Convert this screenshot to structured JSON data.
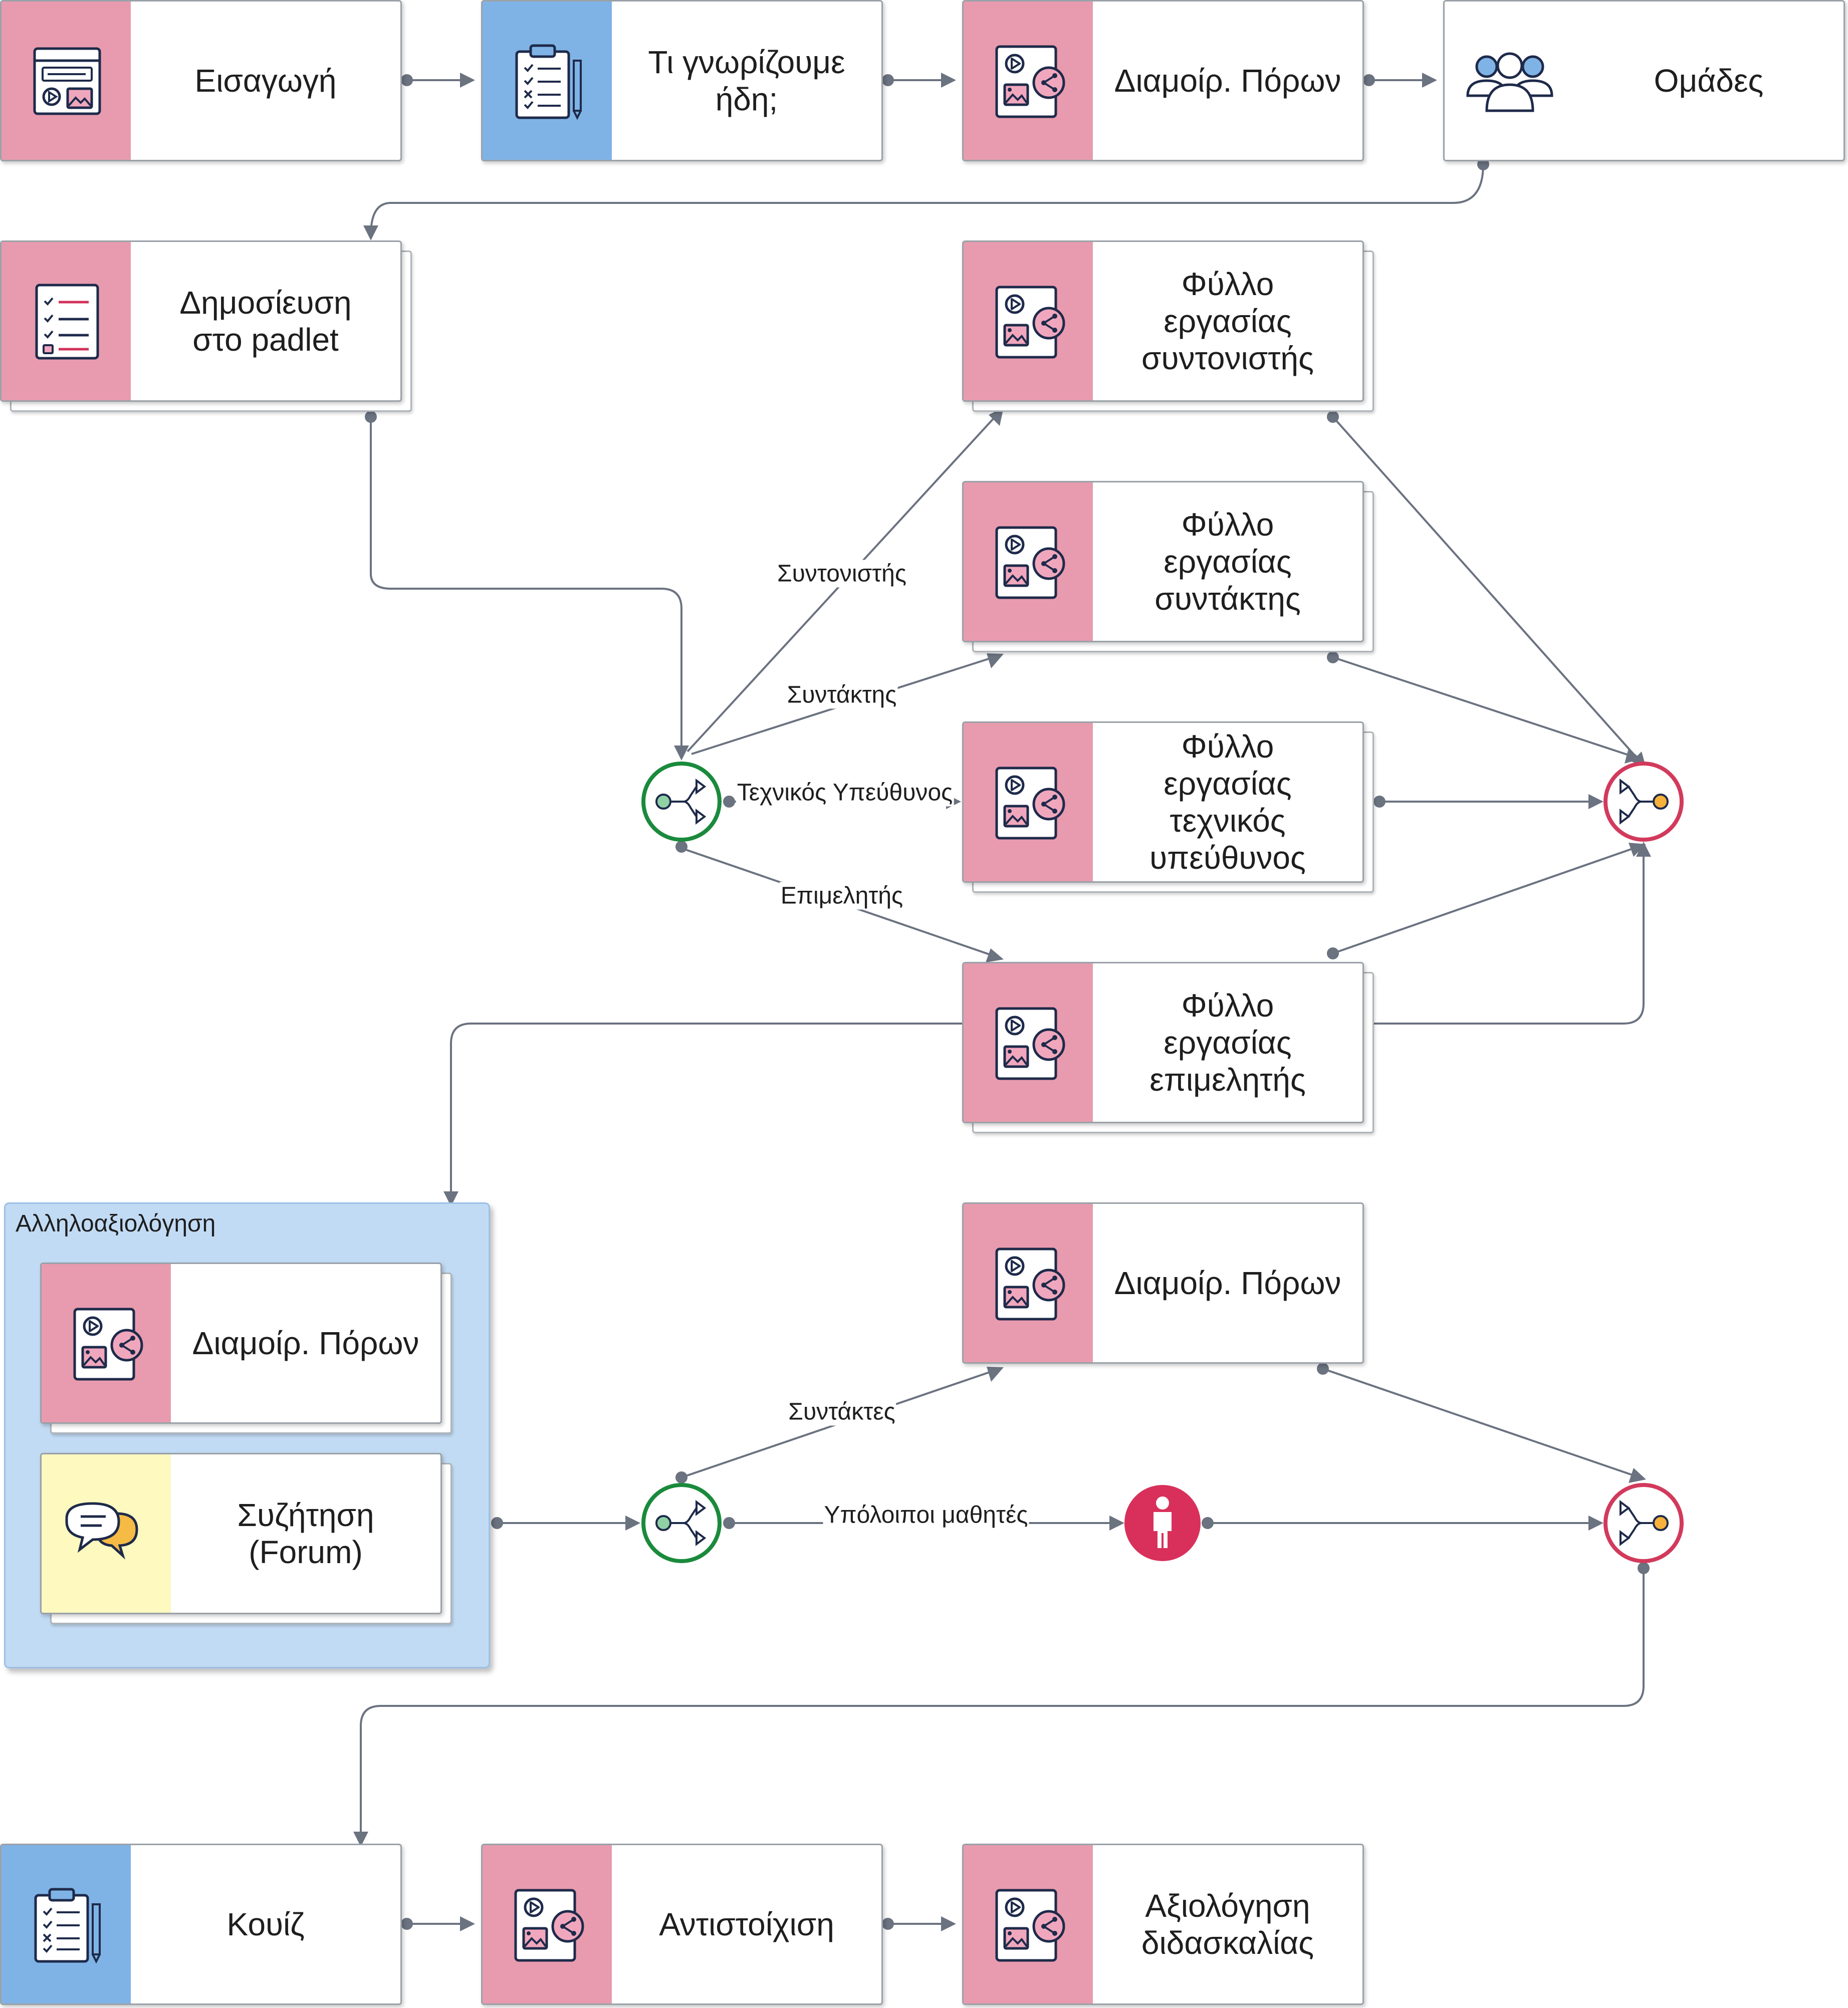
{
  "nodes": {
    "intro": {
      "label": "Εισαγωγή",
      "icon": "resource-panel-icon",
      "band": "pink"
    },
    "prior": {
      "label": "Τι γνωρίζουμε\nήδη;",
      "icon": "clipboard-quiz-icon",
      "band": "blue"
    },
    "share1": {
      "label": "Διαμοίρ. Πόρων",
      "icon": "share-resources-icon",
      "band": "pink"
    },
    "groups": {
      "label": "Ομάδες",
      "icon": "group-users-icon",
      "band": "white"
    },
    "padlet": {
      "label": "Δημοσίευση\nστο padlet",
      "icon": "checklist-icon",
      "band": "pink"
    },
    "ws_coord": {
      "label": "Φύλλο\nεργασίας\nσυντονιστής",
      "icon": "share-resources-icon",
      "band": "pink"
    },
    "ws_editor": {
      "label": "Φύλλο\nεργασίας\nσυντάκτης",
      "icon": "share-resources-icon",
      "band": "pink"
    },
    "ws_tech": {
      "label": "Φύλλο\nεργασίας\nτεχνικός\nυπεύθυνος",
      "icon": "share-resources-icon",
      "band": "pink"
    },
    "ws_curator": {
      "label": "Φύλλο\nεργασίας\nεπιμελητής",
      "icon": "share-resources-icon",
      "band": "pink"
    },
    "peer_share": {
      "label": "Διαμοίρ. Πόρων",
      "icon": "share-resources-icon",
      "band": "pink"
    },
    "forum": {
      "label": "Συζήτηση\n(Forum)",
      "icon": "chat-bubbles-icon",
      "band": "yellow"
    },
    "share2": {
      "label": "Διαμοίρ. Πόρων",
      "icon": "share-resources-icon",
      "band": "pink"
    },
    "quiz": {
      "label": "Κουίζ",
      "icon": "clipboard-quiz-icon",
      "band": "blue"
    },
    "matching": {
      "label": "Αντιστοίχιση",
      "icon": "share-resources-icon",
      "band": "pink"
    },
    "eval": {
      "label": "Αξιολόγηση\nδιδασκαλίας",
      "icon": "share-resources-icon",
      "band": "pink"
    }
  },
  "group": {
    "title": "Αλληλοαξιολόγηση"
  },
  "edge_labels": {
    "coordinator": "Συντονιστής",
    "editor": "Συντάκτης",
    "technician": "Τεχνικός Υπεύθυνος",
    "curator": "Επιμελητής",
    "editors": "Συντάκτες",
    "others": "Υπόλοιποι μαθητές"
  },
  "colors": {
    "pink_band": "#e89bae",
    "blue_band": "#7fb3e6",
    "yellow_band": "#fdf9bf",
    "split_gate": "#1a8a3c",
    "join_gate": "#d23a5c",
    "person_gate": "#d8305a",
    "edge": "#6b7280",
    "group_fill": "#c2dbf4"
  }
}
